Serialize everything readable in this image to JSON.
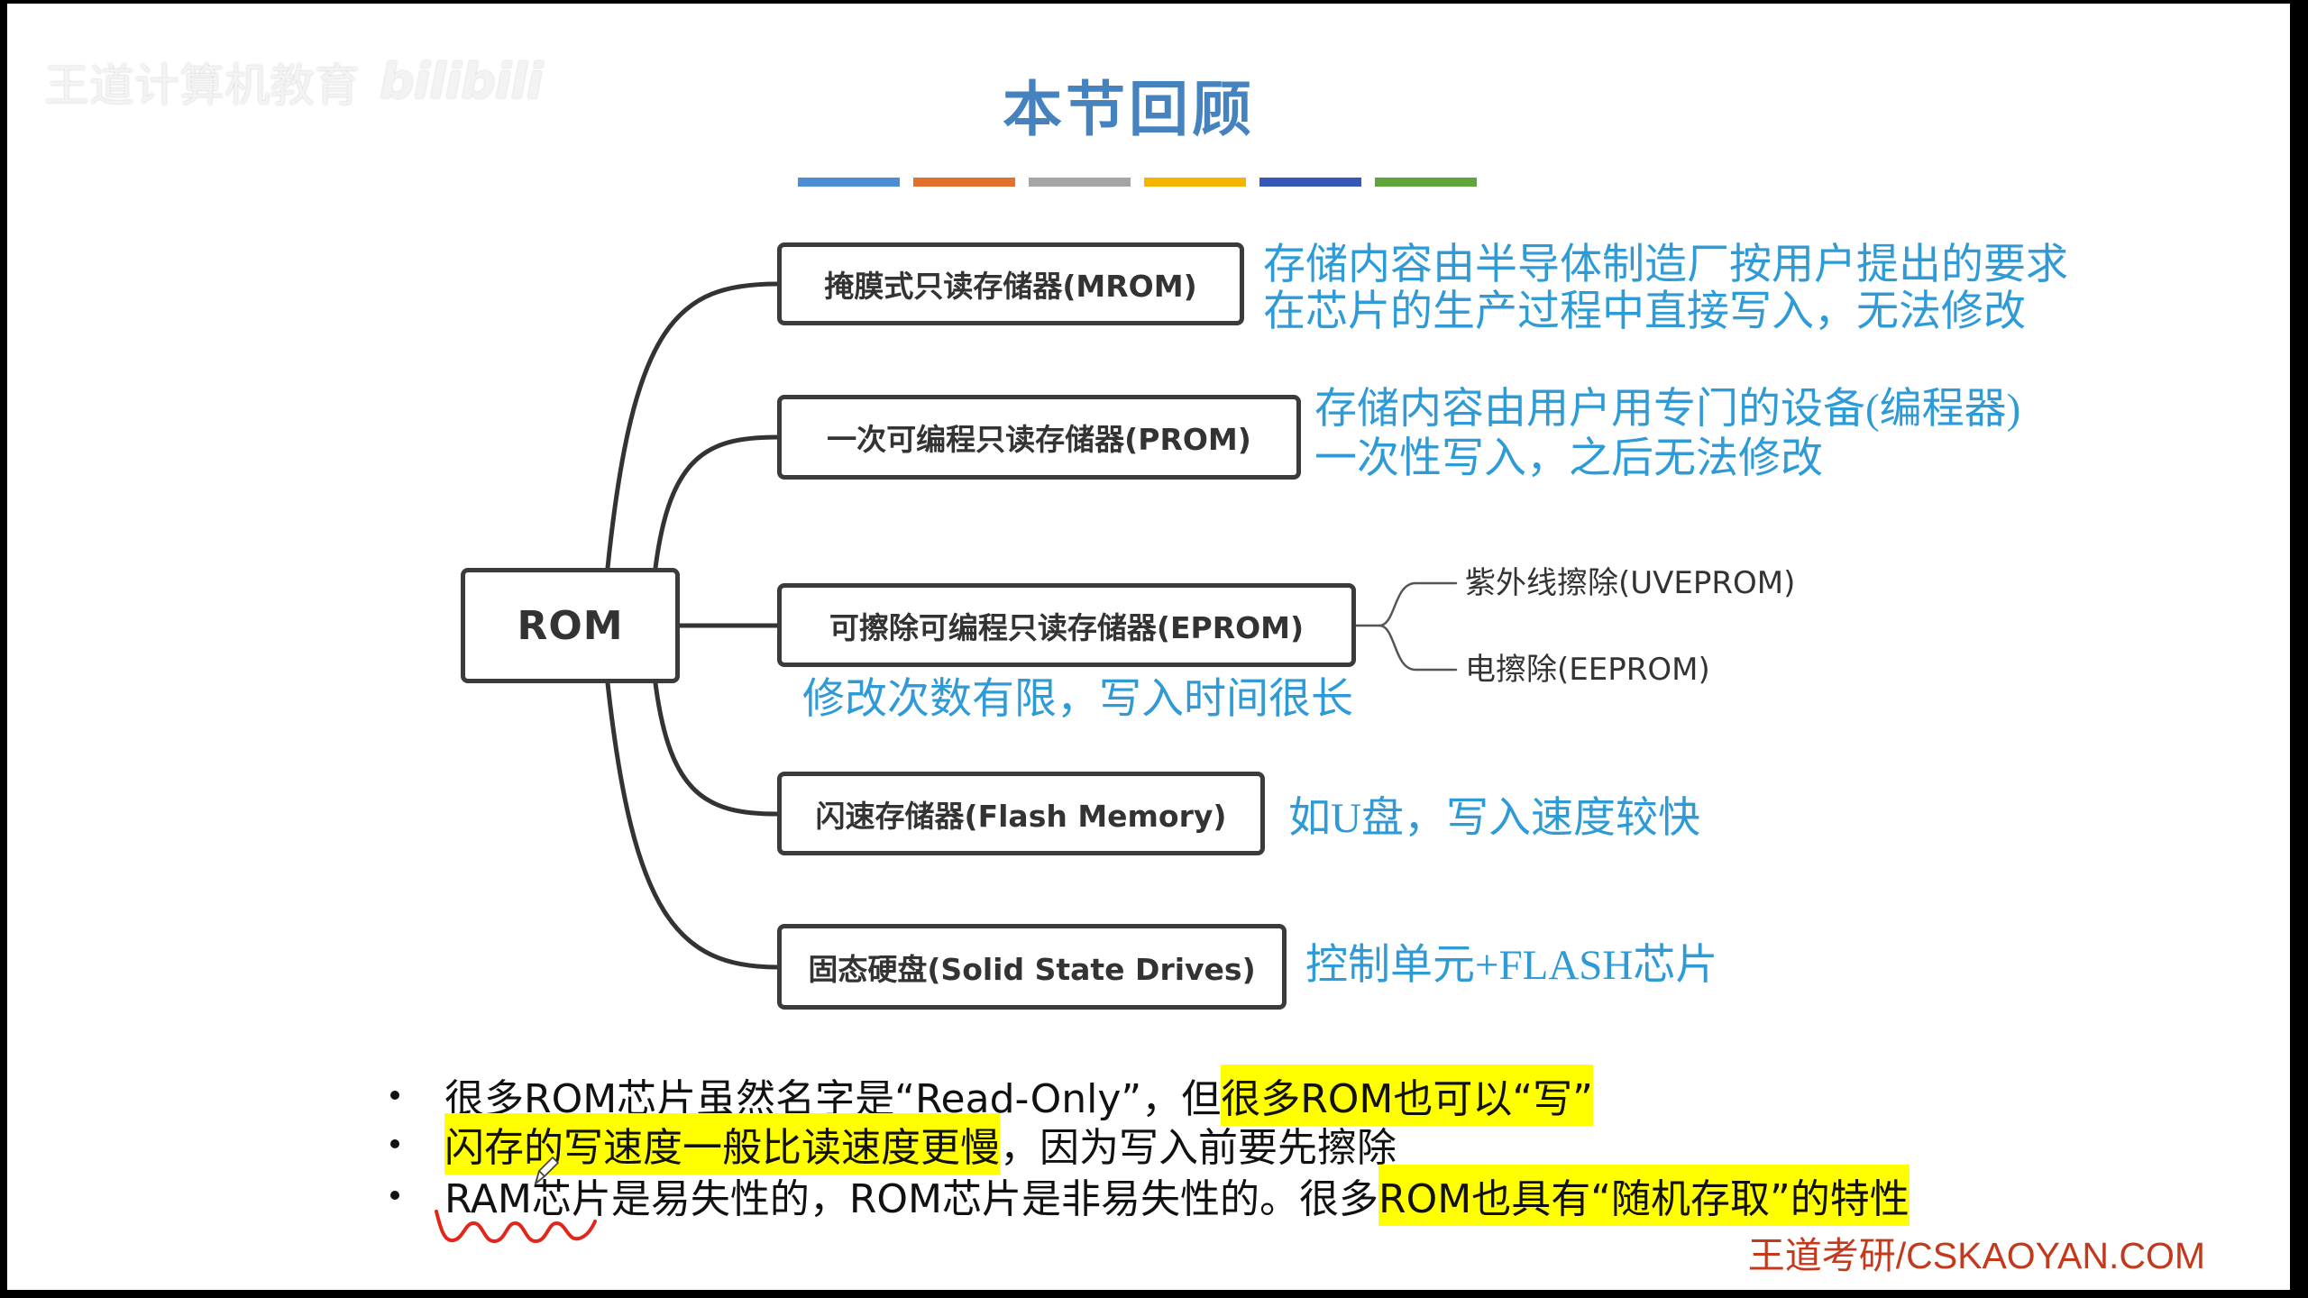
{
  "watermark": {
    "brand": "王道计算机教育",
    "logo": "bilibili"
  },
  "title": "本节回顾",
  "title_bar_colors": [
    "#4a8fd6",
    "#e2702f",
    "#a5a5a5",
    "#f4b400",
    "#3759b6",
    "#5fa63a"
  ],
  "colors": {
    "title": "#4682be",
    "note": "#2e9ad6",
    "node_border": "#3b3b3b",
    "node_text": "#333333",
    "highlight": "#ffff00",
    "footer": "#c4381c",
    "ink_annotation": "#e3261c"
  },
  "mindmap": {
    "root": "ROM",
    "branches": [
      {
        "label": "掩膜式只读存储器(MROM)",
        "notes": [
          "存储内容由半导体制造厂按用户提出的要求",
          "在芯片的生产过程中直接写入，无法修改"
        ]
      },
      {
        "label": "一次可编程只读存储器(PROM)",
        "notes": [
          "存储内容由用户用专门的设备(编程器)",
          "一次性写入，之后无法修改"
        ]
      },
      {
        "label": "可擦除可编程只读存储器(EPROM)",
        "notes": [
          "修改次数有限，写入时间很长"
        ],
        "children": [
          "紫外线擦除(UVEPROM)",
          "电擦除(EEPROM)"
        ]
      },
      {
        "label": "闪速存储器(Flash Memory)",
        "notes": [
          "如U盘，写入速度较快"
        ]
      },
      {
        "label": "固态硬盘(Solid State Drives)",
        "notes": [
          "控制单元+FLASH芯片"
        ]
      }
    ]
  },
  "bullets": [
    {
      "parts": [
        {
          "text": "很多ROM芯片虽然名字是“Read-Only”，但",
          "highlight": false
        },
        {
          "text": "很多ROM也可以“写”",
          "highlight": true
        }
      ]
    },
    {
      "parts": [
        {
          "text": "闪存的写速度一般比读速度更慢",
          "highlight": true
        },
        {
          "text": "，因为写入前要先擦除",
          "highlight": false
        }
      ]
    },
    {
      "parts": [
        {
          "text": "RAM芯片是易失性的，ROM芯片是非易失性的。很多",
          "highlight": false
        },
        {
          "text": "ROM也具有“随机存取”的特性",
          "highlight": true
        }
      ]
    }
  ],
  "annotations": {
    "ink": "red-squiggle-underline",
    "cursor": "pen-cursor-icon"
  },
  "footer": "王道考研/CSKAOYAN.COM"
}
